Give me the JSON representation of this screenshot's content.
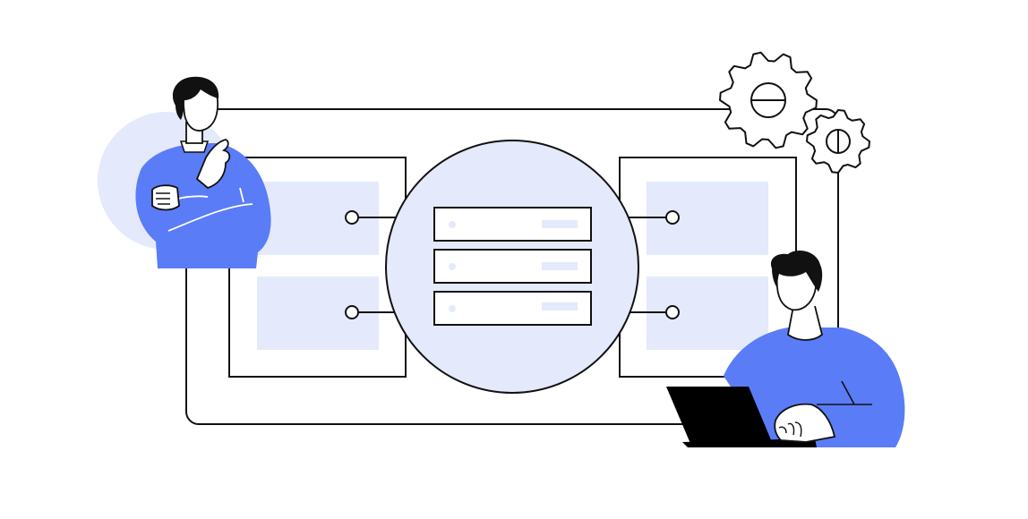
{
  "colors": {
    "background": "#ffffff",
    "outline": "#111111",
    "panel_fill": "#e4e9fb",
    "accent_blue": "#5b7cf7",
    "hair": "#111111",
    "skin": "#ffffff",
    "laptop": "#000000"
  },
  "icons": {
    "large_gear": "gear-icon",
    "small_gear": "gear-icon",
    "server": "server-rack-icon",
    "laptop": "laptop-icon"
  },
  "illustration": {
    "server_units": 3,
    "side_panels": 2,
    "people": 2
  }
}
